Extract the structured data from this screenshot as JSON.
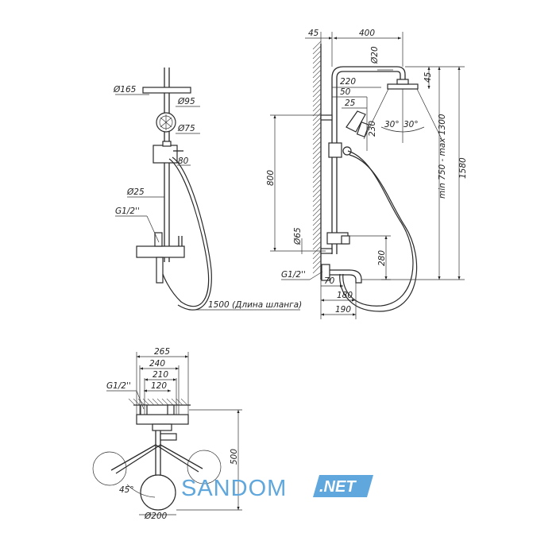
{
  "front_view": {
    "dia_head": "Ø165",
    "dia_hand": "Ø95",
    "dia_hand_inner": "Ø75",
    "slider": "80",
    "dia_rail": "Ø25",
    "inlet": "G1/2''",
    "hose": "1500 (Длина шланга)"
  },
  "side_view": {
    "wall_offset": "45",
    "arm_length": "400",
    "dia_arm": "Ø20",
    "head_height": "45",
    "dim_220": "220",
    "dim_50": "50",
    "dim_25": "25",
    "dim_230": "230",
    "angle_left": "30°",
    "angle_right": "30°",
    "range": "min 750 - max 1300",
    "overall_height": "1580",
    "mount_height": "800",
    "dia_flange": "Ø65",
    "spout_height": "280",
    "inlet": "G1/2''",
    "spout_70": "70",
    "spout_180": "180",
    "spout_190": "190"
  },
  "top_view": {
    "width_265": "265",
    "width_240": "240",
    "width_210": "210",
    "inlet": "G1/2''",
    "centers": "120",
    "depth": "500",
    "angle": "45°",
    "dia_head": "Ø200"
  },
  "watermark": {
    "brand": "SANDOM",
    "suffix": ".NET",
    "color_text": "#5fa7dc",
    "color_badge": "#5fa7dc"
  }
}
